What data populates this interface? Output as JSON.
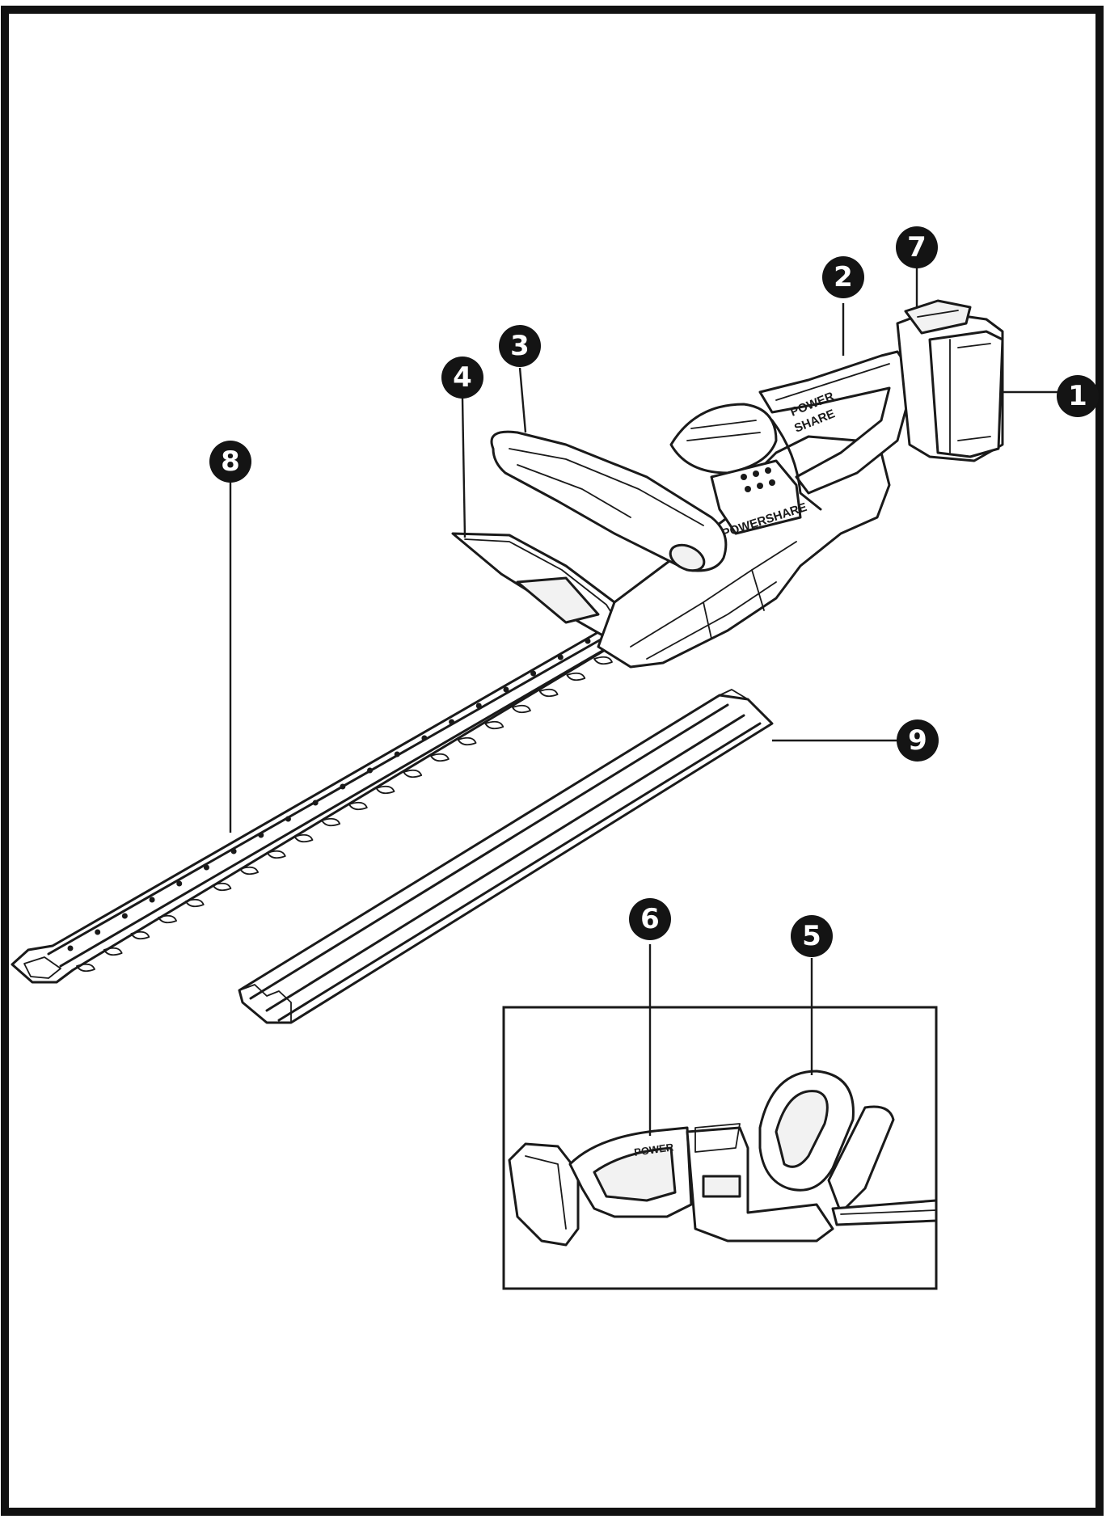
{
  "callouts": [
    {
      "id": "1",
      "part": "battery"
    },
    {
      "id": "2",
      "part": "rear-handle"
    },
    {
      "id": "3",
      "part": "front-handle"
    },
    {
      "id": "4",
      "part": "hand-guard"
    },
    {
      "id": "5",
      "part": "front-switch"
    },
    {
      "id": "6",
      "part": "rear-trigger"
    },
    {
      "id": "7",
      "part": "battery-release"
    },
    {
      "id": "8",
      "part": "blade"
    },
    {
      "id": "9",
      "part": "blade-sheath"
    }
  ],
  "colors": {
    "ink": "#1a1a1a",
    "background": "#ffffff"
  }
}
